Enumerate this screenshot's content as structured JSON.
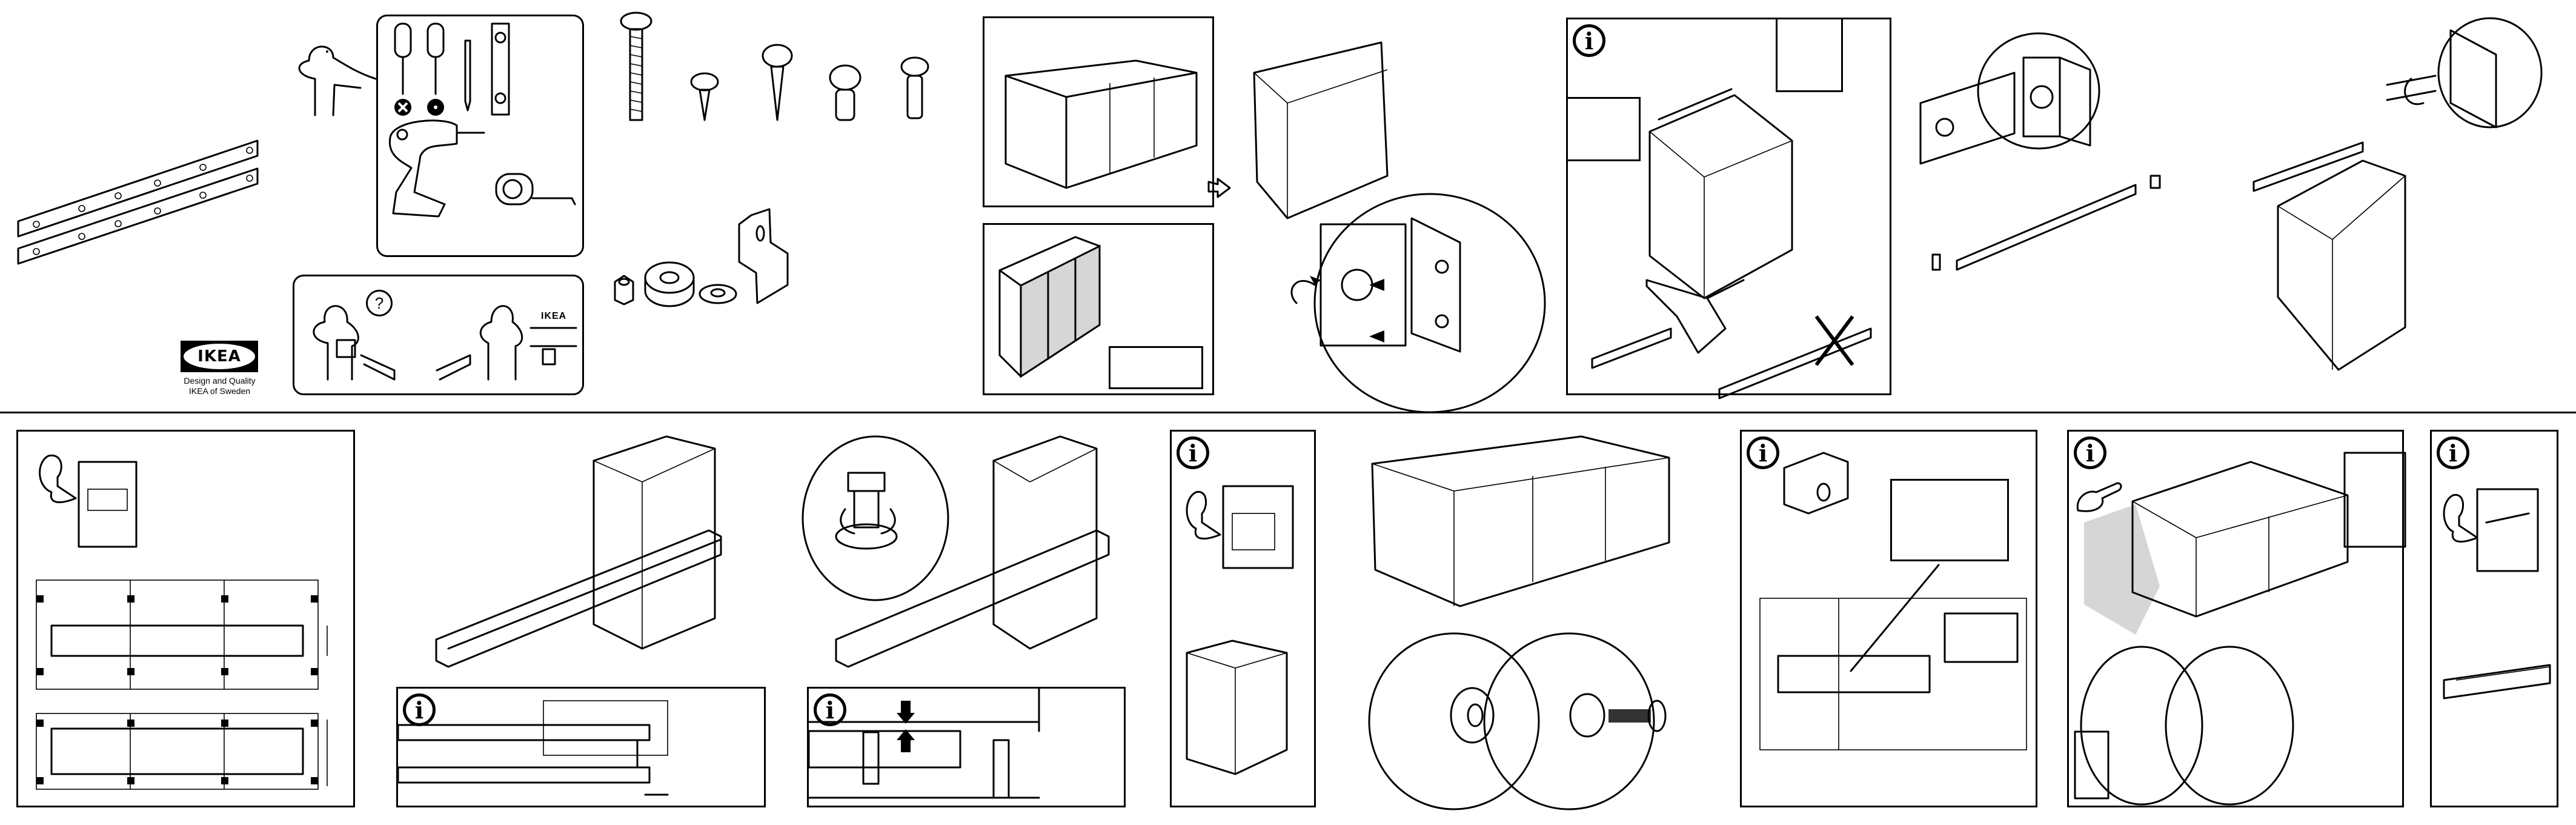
{
  "document": {
    "type": "assembly-instructions",
    "brand": "IKEA",
    "logo_text": "IKEA",
    "tagline_line1": "Design and Quality",
    "tagline_line2": "IKEA of Sweden"
  },
  "colors": {
    "ink": "#000000",
    "paper": "#ffffff",
    "panel_fill": "#d6d6d6"
  },
  "top_row": {
    "parts": {
      "rails": {
        "label": "mounting-rail",
        "count": 2
      },
      "screws": [
        "long-machine-screw",
        "short-wood-screw",
        "long-wood-screw",
        "short-thick-screw",
        "threaded-screw"
      ],
      "small_parts": [
        "lock-nut",
        "spacer-ring",
        "washer",
        "z-bracket"
      ]
    },
    "tools_panel": {
      "tools": [
        "phillips-screwdriver",
        "flat-screwdriver",
        "pencil",
        "spirit-level",
        "power-drill",
        "tape-measure"
      ]
    },
    "help_panel": {
      "scenes": [
        "confused-person-question",
        "person-calling-ikea-store"
      ],
      "question_mark": "?",
      "store_sign": "IKEA"
    },
    "step_panels": [
      {
        "id": "connected-cabinets",
        "note": "three cabinets joined with rails"
      },
      {
        "id": "cabinets-with-doors",
        "note": "cabinets with grey doors, see separate instructions"
      }
    ],
    "next_arrow": "→",
    "info_panel": {
      "icon": "i",
      "note": "rail positioning and cutting to length"
    },
    "bracket_detail": {
      "note": "attach bracket to rail end"
    },
    "rail_to_cabinet": {
      "note": "screw bracket to cabinet side"
    }
  },
  "bottom_row": {
    "panels": [
      {
        "id": "leg-plan",
        "note": "leg placement plans, two layouts"
      },
      {
        "id": "plinth-frame",
        "info_icon": "i",
        "note": "plinth frame under cabinet, offset detail"
      },
      {
        "id": "leg-adjust",
        "info_icon": "i",
        "note": "adjust leg height"
      },
      {
        "id": "wall-cabinet-info",
        "info_icon": "i",
        "note": "see separate instructions"
      },
      {
        "id": "joining-cabinets",
        "note": "connect cabinets with connector bolts"
      },
      {
        "id": "clip-info",
        "info_icon": "i",
        "note": "plinth clip placement"
      },
      {
        "id": "drill-connect",
        "info_icon": "i",
        "note": "drill and bolt adjacent cabinets"
      },
      {
        "id": "plinth-info",
        "info_icon": "i",
        "note": "see separate plinth instructions"
      }
    ]
  }
}
